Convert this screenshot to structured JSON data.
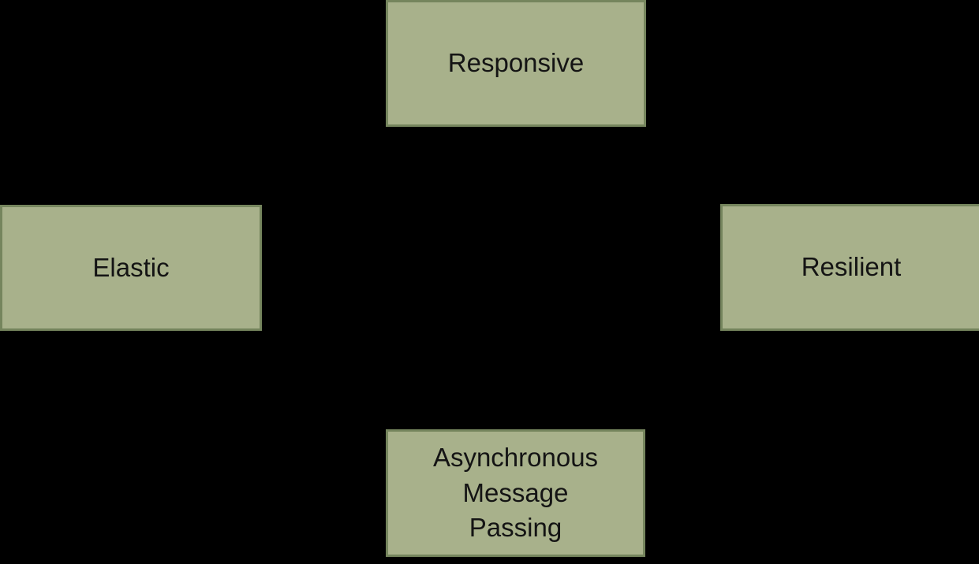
{
  "diagram": {
    "background_color": "#000000",
    "node_fill_color": "#a8b18b",
    "node_border_color": "#75855d",
    "node_text_color": "#141414",
    "edge_color": "#000000",
    "nodes": {
      "responsive": {
        "label": "Responsive"
      },
      "elastic": {
        "label": "Elastic"
      },
      "resilient": {
        "label": "Resilient"
      },
      "message_passing": {
        "label": "Asynchronous Message Passing",
        "lines": [
          "Asynchronous",
          "Message",
          "Passing"
        ]
      }
    },
    "edges": [
      {
        "from": "elastic",
        "to": "responsive"
      },
      {
        "from": "resilient",
        "to": "responsive"
      },
      {
        "from": "elastic",
        "to": "resilient"
      },
      {
        "from": "message_passing",
        "to": "elastic"
      },
      {
        "from": "message_passing",
        "to": "resilient"
      }
    ]
  }
}
